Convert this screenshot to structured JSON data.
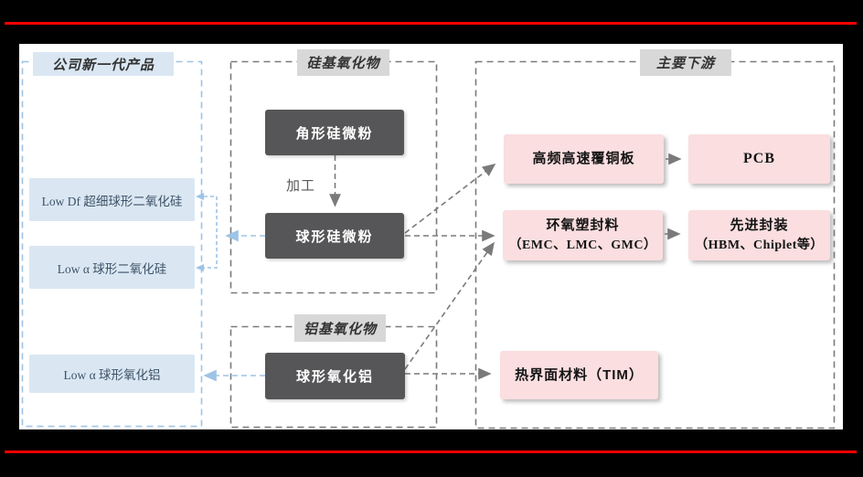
{
  "page": {
    "background": "#000000",
    "top_rule_color": "#f60000",
    "bottom_rule_color": "#f60000",
    "panel_bg": "#ffffff"
  },
  "diagram": {
    "left_panel": {
      "title": "公司新一代产品",
      "items": [
        {
          "label": "Low Df 超细球形二氧化硅"
        },
        {
          "label": "Low α 球形二氧化硅"
        },
        {
          "label": "Low α 球形氧化铝"
        }
      ]
    },
    "silicon_panel": {
      "title": "硅基氧化物",
      "top_node": "角形硅微粉",
      "process_label": "加工",
      "bottom_node": "球形硅微粉"
    },
    "aluminum_panel": {
      "title": "铝基氧化物",
      "node": "球形氧化铝"
    },
    "downstream_panel": {
      "title": "主要下游",
      "nodes": {
        "ccl": {
          "label": "高频高速覆铜板"
        },
        "pcb": {
          "label": "PCB"
        },
        "emc": {
          "label": "环氧塑封料",
          "sub": "（EMC、LMC、GMC）"
        },
        "advanced_packaging": {
          "label": "先进封装",
          "sub": "（HBM、Chiplet等）"
        },
        "tim": {
          "label": "热界面材料（TIM）"
        }
      }
    },
    "colors": {
      "blue_fill": "#dae7f3",
      "blue_line": "#9dc3e6",
      "gray_header_fill": "#d8d8d8",
      "gray_line": "#7a7a7a",
      "dark_node_fill": "#565658",
      "pink_node_fill": "#fadee0"
    }
  }
}
